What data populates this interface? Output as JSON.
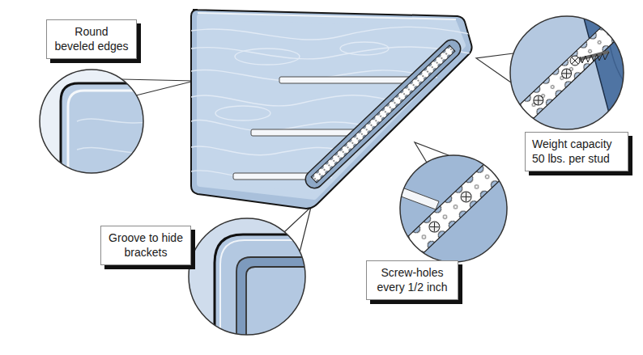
{
  "diagram": {
    "nodes": [
      {
        "text": [
          "Round beveled edges"
        ]
      },
      {
        "text": [
          "Weight capacity 50 lbs. per stud"
        ]
      },
      {
        "text": [
          "Groove to hide brackets"
        ]
      },
      {
        "text": [
          "Screw-holes every 1/2 inch"
        ]
      }
    ]
  }
}
